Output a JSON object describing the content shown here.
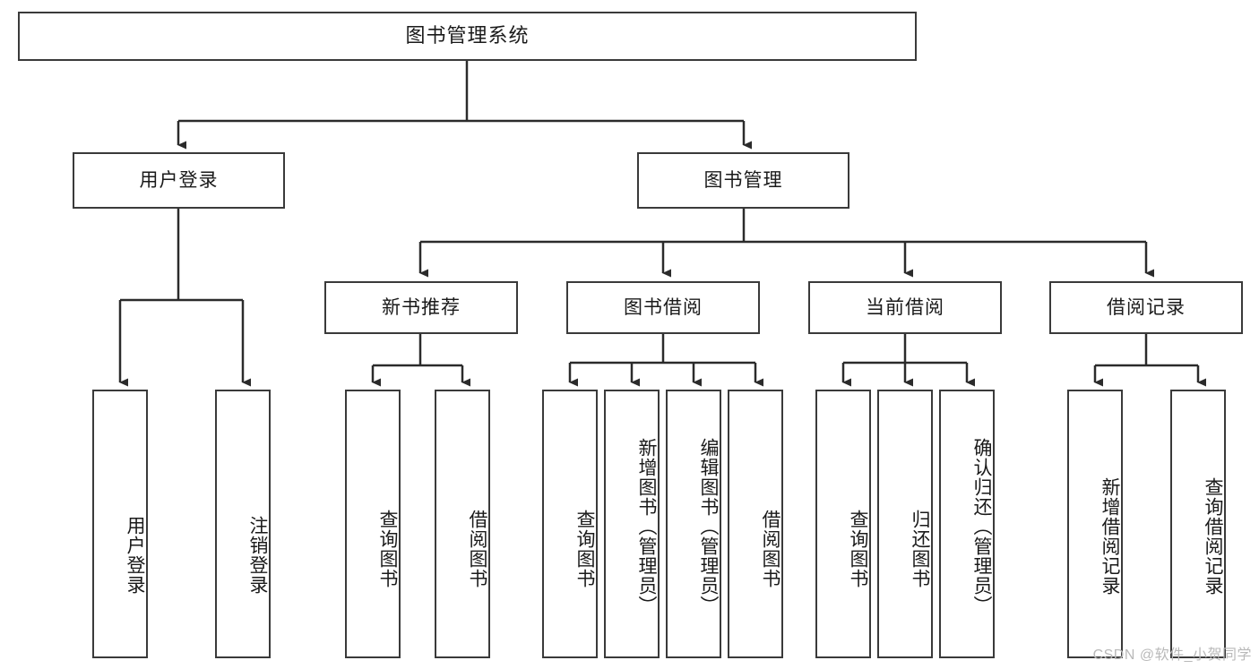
{
  "diagram": {
    "title": "图书管理系统",
    "type": "tree-hierarchy-chart",
    "watermark": "CSDN @软件_小贺同学",
    "colors": {
      "box_border": "#3a3a3a",
      "box_fill": "#ffffff",
      "connector": "#2b2b2b",
      "text": "#1a1a1a",
      "watermark": "#b9b9b9"
    },
    "root": {
      "label": "图书管理系统"
    },
    "level1": [
      {
        "label": "用户登录"
      },
      {
        "label": "图书管理"
      }
    ],
    "level2": [
      {
        "label": "新书推荐"
      },
      {
        "label": "图书借阅"
      },
      {
        "label": "当前借阅"
      },
      {
        "label": "借阅记录"
      }
    ],
    "leaves_user_login": [
      {
        "label": "用户登录"
      },
      {
        "label": "注销登录"
      }
    ],
    "leaves_new_book": [
      {
        "label": "查询图书"
      },
      {
        "label": "借阅图书"
      }
    ],
    "leaves_borrow": [
      {
        "label": "查询图书"
      },
      {
        "label": "新增图书（管理员）"
      },
      {
        "label": "编辑图书（管理员）"
      },
      {
        "label": "借阅图书"
      }
    ],
    "leaves_current": [
      {
        "label": "查询图书"
      },
      {
        "label": "归还图书"
      },
      {
        "label": "确认归还（管理员）"
      }
    ],
    "leaves_record": [
      {
        "label": "新增借阅记录"
      },
      {
        "label": "查询借阅记录"
      }
    ]
  }
}
